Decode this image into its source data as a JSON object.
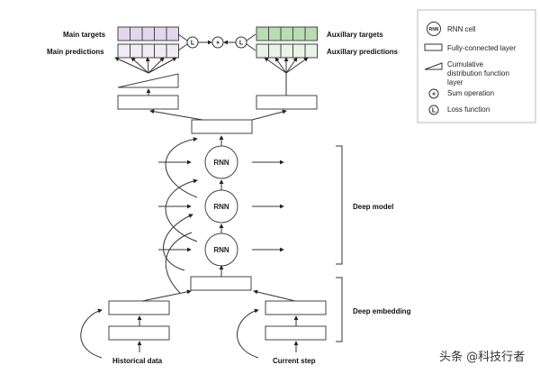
{
  "labels": {
    "main_targets": "Main targets",
    "main_predictions": "Main predictions",
    "aux_targets": "Auxillary targets",
    "aux_predictions": "Auxillary predictions",
    "deep_model": "Deep model",
    "deep_embedding": "Deep embedding",
    "historical_data": "Historical data",
    "current_step": "Current step"
  },
  "rnn_cells": [
    {
      "label": "RNN"
    },
    {
      "label": "RNN"
    },
    {
      "label": "RNN"
    }
  ],
  "operations": {
    "loss_main": "L",
    "sum": "+",
    "loss_aux": "L"
  },
  "legend": {
    "items": [
      {
        "icon": "rnn-cell-icon",
        "glyph": "RNN",
        "label": "RNN cell"
      },
      {
        "icon": "fully-connected-layer-icon",
        "label": "Fully-connected layer"
      },
      {
        "icon": "cdf-layer-icon",
        "label_lines": [
          "Cumulative",
          "distribution function",
          "layer"
        ]
      },
      {
        "icon": "sum-operation-icon",
        "glyph": "+",
        "label": "Sum operation"
      },
      {
        "icon": "loss-function-icon",
        "glyph": "L",
        "label": "Loss function"
      }
    ]
  },
  "colors": {
    "main_targets_fill": "#e3d5ec",
    "main_predictions_fill": "#f1ebf5",
    "aux_targets_fill": "#b9dcb2",
    "aux_predictions_fill": "#e9f3e6",
    "stroke": "#444444"
  },
  "cells_per_row": 5,
  "watermark": "头条 @科技行者"
}
